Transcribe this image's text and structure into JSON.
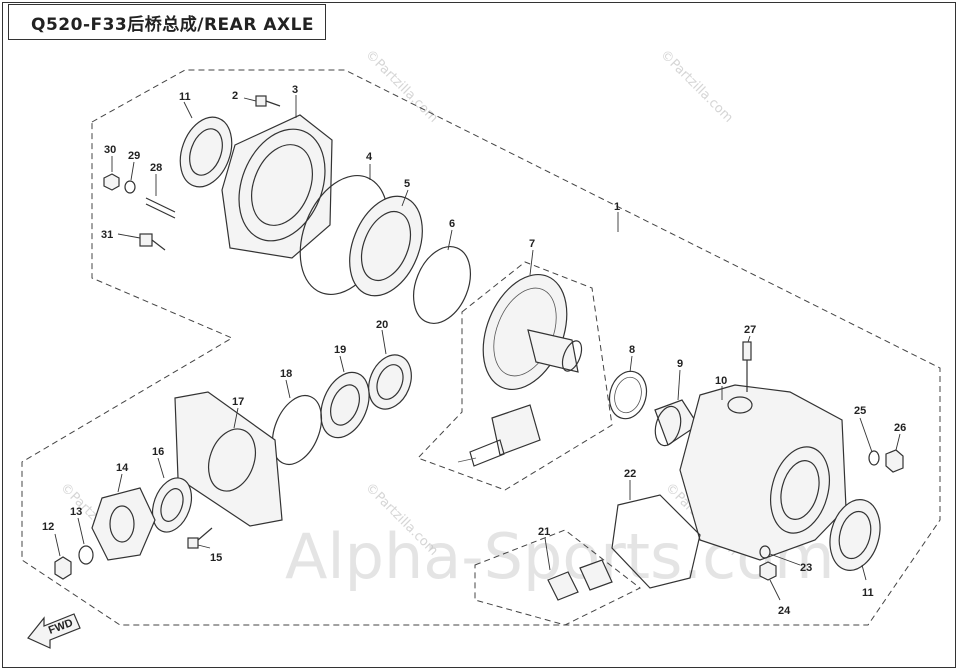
{
  "title": "Q520-F33后桥总成/REAR AXLE",
  "fwd_label": "FWD",
  "watermark": "Alpha-Sports.com",
  "watermark_small": "©Partzilla.com",
  "callouts": [
    "1",
    "2",
    "3",
    "4",
    "5",
    "6",
    "7",
    "8",
    "9",
    "10",
    "11",
    "11",
    "12",
    "13",
    "14",
    "15",
    "16",
    "17",
    "18",
    "19",
    "20",
    "21",
    "22",
    "23",
    "24",
    "25",
    "26",
    "27",
    "28",
    "29",
    "30",
    "31"
  ]
}
